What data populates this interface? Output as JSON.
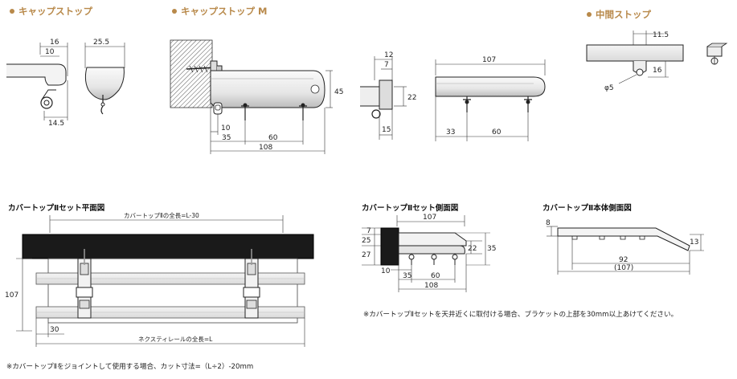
{
  "headers": {
    "cap_stop": "キャップストップ",
    "cap_stop_m": "キャップストップ M",
    "middle_stop": "中間ストップ"
  },
  "sections": {
    "plan": "カバートップⅡセット平面図",
    "side": "カバートップⅡセット側面図",
    "body_side": "カバートップⅡ本体側面図"
  },
  "notes": {
    "ceiling": "※カバートップⅡセットを天井近くに取付ける場合、ブラケットの上部を30mm以上あけてください。",
    "joint": "※カバートップⅡをジョイントして使用する場合、カット寸法=（L÷2）-20mm"
  },
  "dims": {
    "cs_16": "16",
    "cs_10": "10",
    "cs_25_5": "25.5",
    "cs_14_5": "14.5",
    "m_45": "45",
    "m_10": "10",
    "m_35": "35",
    "m_60": "60",
    "m_108": "108",
    "e_12": "12",
    "e_7": "7",
    "e_22": "22",
    "e_15": "15",
    "f_107": "107",
    "f_33": "33",
    "f_60": "60",
    "mid_11_5": "11.5",
    "mid_16": "16",
    "mid_phi5": "φ5",
    "p_cover": "カバートップⅡの全長=L-30",
    "p_107": "107",
    "p_30": "30",
    "p_rail": "ネクスティレールの全長=L",
    "s_107": "107",
    "s_7": "7",
    "s_25": "25",
    "s_27": "27",
    "s_22": "22",
    "s_35": "35",
    "s_10": "10",
    "s_60": "60",
    "s_108": "108",
    "b_8": "8",
    "b_13": "13",
    "b_92": "92",
    "b_107p": "(107)"
  }
}
